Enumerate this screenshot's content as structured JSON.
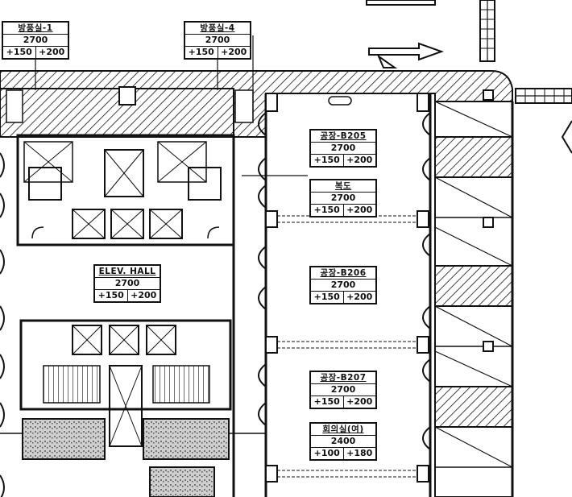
{
  "room_tags": [
    {
      "id": "tag-bangpung-1",
      "name": "방풍실-1",
      "height": "2700",
      "offset_a": "+150",
      "offset_b": "+200"
    },
    {
      "id": "tag-bangpung-4",
      "name": "방풍실-4",
      "height": "2700",
      "offset_a": "+150",
      "offset_b": "+200"
    },
    {
      "id": "tag-b205",
      "name": "공장-B205",
      "height": "2700",
      "offset_a": "+150",
      "offset_b": "+200"
    },
    {
      "id": "tag-corridor",
      "name": "복도",
      "height": "2700",
      "offset_a": "+150",
      "offset_b": "+200"
    },
    {
      "id": "tag-elev-hall",
      "name": "ELEV. HALL",
      "height": "2700",
      "offset_a": "+150",
      "offset_b": "+200"
    },
    {
      "id": "tag-b206",
      "name": "공장-B206",
      "height": "2700",
      "offset_a": "+150",
      "offset_b": "+200"
    },
    {
      "id": "tag-b207",
      "name": "공장-B207",
      "height": "2700",
      "offset_a": "+150",
      "offset_b": "+200"
    },
    {
      "id": "tag-meeting",
      "name": "회의실(여)",
      "height": "2400",
      "offset_a": "+100",
      "offset_b": "+180"
    }
  ],
  "colors": {
    "ink": "#111111",
    "paper": "#ffffff",
    "screen": "#9a9a9a"
  }
}
